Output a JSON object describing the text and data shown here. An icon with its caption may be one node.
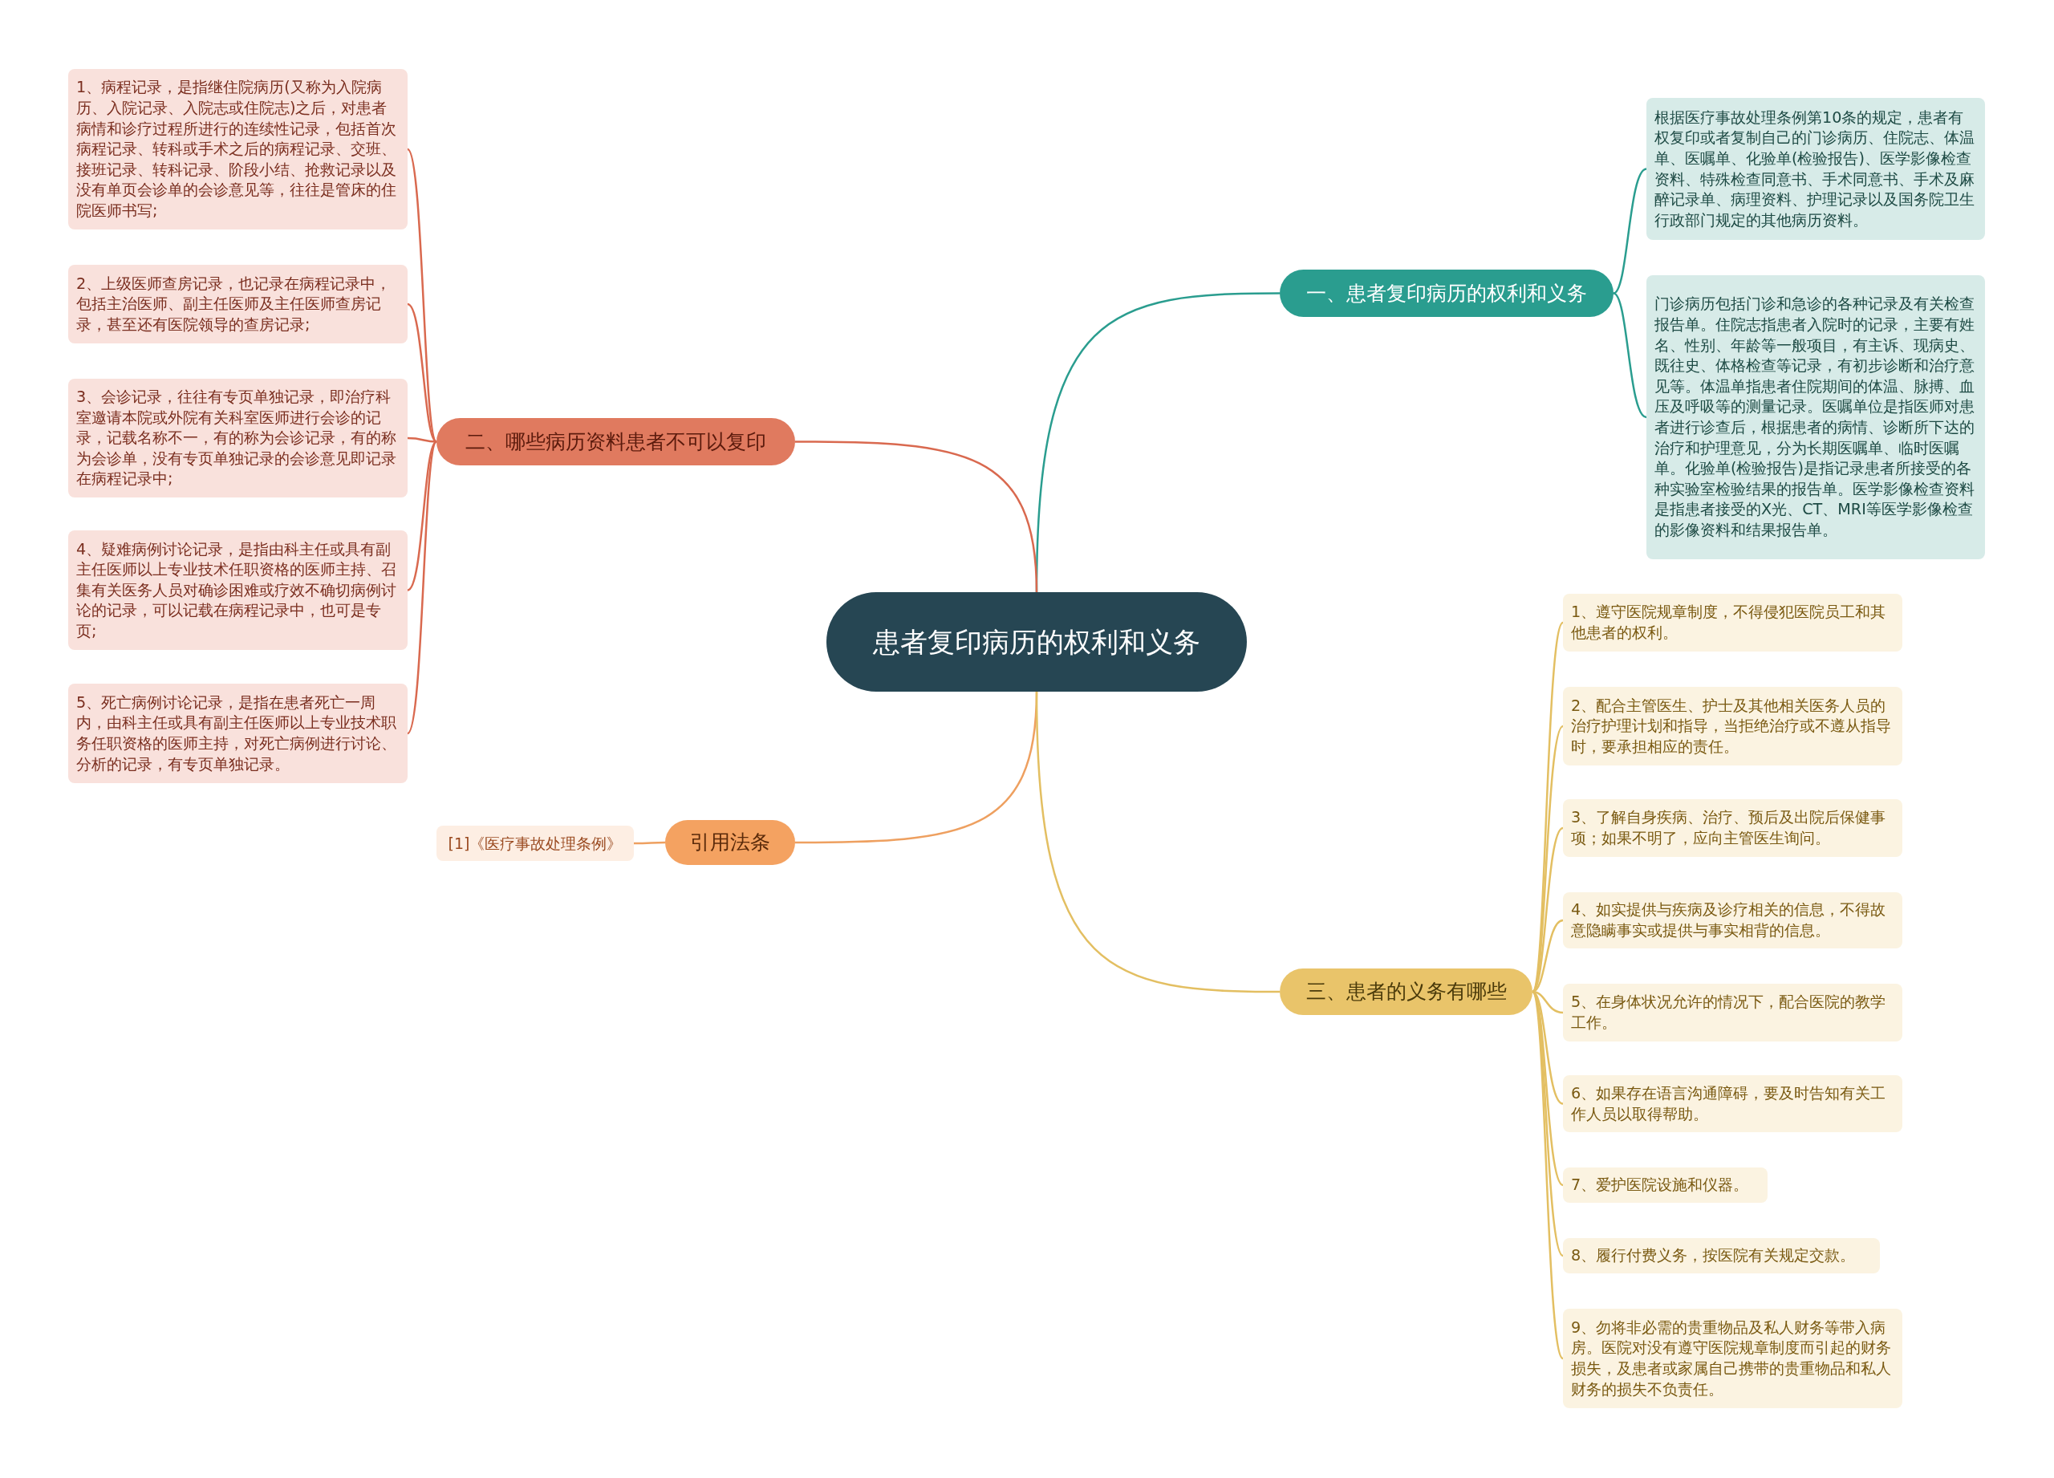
{
  "diagram": {
    "nodes": [
      {
        "text": [
          "患者复印病历的权利和义务"
        ]
      },
      {
        "text": [
          "一、患者复印病历的权利和义务"
        ]
      },
      {
        "text": [
          "根据医疗事故处理条例第10条的规定，患者有权复印或者复制自己的门诊病历、住院志、体温单、医嘱单、化验单(检验报告)、医学影像检查资料、特殊检查同意书、手术同意书、手术及麻醉记录单、病理资料、护理记录以及国务院卫生行政部门规定的其他病历资料。"
        ]
      },
      {
        "text": [
          "门诊病历包括门诊和急诊的各种记录及有关检查报告单。住院志指患者入院时的记录，主要有姓名、性别、年龄等一般项目，有主诉、现病史、既往史、体格检查等记录，有初步诊断和治疗意见等。体温单指患者住院期间的体温、脉搏、血压及呼吸等的测量记录。医嘱单位是指医师对患者进行诊查后，根据患者的病情、诊断所下达的治疗和护理意见，分为长期医嘱单、临时医嘱单。化验单(检验报告)是指记录患者所接受的各种实验室检验结果的报告单。医学影像检查资料是指患者接受的X光、CT、MRI等医学影像检查的影像资料和结果报告单。"
        ]
      },
      {
        "text": [
          "二、哪些病历资料患者不可以复印"
        ]
      },
      {
        "text": [
          "1、病程记录，是指继住院病历(又称为入院病历、入院记录、入院志或住院志)之后，对患者病情和诊疗过程所进行的连续性记录，包括首次病程记录、转科或手术之后的病程记录、交班、接班记录、转科记录、阶段小结、抢救记录以及没有单页会诊单的会诊意见等，往往是管床的住院医师书写;"
        ]
      },
      {
        "text": [
          "2、上级医师查房记录，也记录在病程记录中，包括主治医师、副主任医师及主任医师查房记录，甚至还有医院领导的查房记录;"
        ]
      },
      {
        "text": [
          "3、会诊记录，往往有专页单独记录，即治疗科室邀请本院或外院有关科室医师进行会诊的记录，记载名称不一，有的称为会诊记录，有的称为会诊单，没有专页单独记录的会诊意见即记录在病程记录中;"
        ]
      },
      {
        "text": [
          "4、疑难病例讨论记录，是指由科主任或具有副主任医师以上专业技术任职资格的医师主持、召集有关医务人员对确诊困难或疗效不确切病例讨论的记录，可以记载在病程记录中，也可是专页;"
        ]
      },
      {
        "text": [
          "5、死亡病例讨论记录，是指在患者死亡一周内，由科主任或具有副主任医师以上专业技术职务任职资格的医师主持，对死亡病例进行讨论、分析的记录，有专页单独记录。"
        ]
      },
      {
        "text": [
          "引用法条"
        ]
      },
      {
        "text": [
          "[1]《医疗事故处理条例》"
        ]
      },
      {
        "text": [
          "三、患者的义务有哪些"
        ]
      },
      {
        "text": [
          "1、遵守医院规章制度，不得侵犯医院员工和其他患者的权利。"
        ]
      },
      {
        "text": [
          "2、配合主管医生、护士及其他相关医务人员的治疗护理计划和指导，当拒绝治疗或不遵从指导时，要承担相应的责任。"
        ]
      },
      {
        "text": [
          "3、了解自身疾病、治疗、预后及出院后保健事项；如果不明了，应向主管医生询问。"
        ]
      },
      {
        "text": [
          "4、如实提供与疾病及诊疗相关的信息，不得故意隐瞒事实或提供与事实相背的信息。"
        ]
      },
      {
        "text": [
          "5、在身体状况允许的情况下，配合医院的教学工作。"
        ]
      },
      {
        "text": [
          "6、如果存在语言沟通障碍，要及时告知有关工作人员以取得帮助。"
        ]
      },
      {
        "text": [
          "7、爱护医院设施和仪器。"
        ]
      },
      {
        "text": [
          "8、履行付费义务，按医院有关规定交款。"
        ]
      },
      {
        "text": [
          "9、勿将非必需的贵重物品及私人财务等带入病房。医院对没有遵守医院规章制度而引起的财务损失，及患者或家属自己携带的贵重物品和私人财务的损失不负责任。"
        ]
      }
    ],
    "edges": [
      {
        "from": 0,
        "to": 1,
        "arrow": "none",
        "color": "#2a9d8f"
      },
      {
        "from": 1,
        "to": 2,
        "arrow": "none",
        "color": "#2a9d8f"
      },
      {
        "from": 1,
        "to": 3,
        "arrow": "none",
        "color": "#2a9d8f"
      },
      {
        "from": 0,
        "to": 4,
        "arrow": "none",
        "color": "#d9694f"
      },
      {
        "from": 4,
        "to": 5,
        "arrow": "none",
        "color": "#d9694f"
      },
      {
        "from": 4,
        "to": 6,
        "arrow": "none",
        "color": "#d9694f"
      },
      {
        "from": 4,
        "to": 7,
        "arrow": "none",
        "color": "#d9694f"
      },
      {
        "from": 4,
        "to": 8,
        "arrow": "none",
        "color": "#d9694f"
      },
      {
        "from": 4,
        "to": 9,
        "arrow": "none",
        "color": "#d9694f"
      },
      {
        "from": 0,
        "to": 10,
        "arrow": "none",
        "color": "#eea060"
      },
      {
        "from": 10,
        "to": 11,
        "arrow": "none",
        "color": "#eea060"
      },
      {
        "from": 0,
        "to": 12,
        "arrow": "none"
      },
      {
        "from": 12,
        "to": 13,
        "arrow": "none"
      },
      {
        "from": 12,
        "to": 14,
        "arrow": "none"
      },
      {
        "from": 12,
        "to": 15,
        "arrow": "none"
      },
      {
        "from": 12,
        "to": 16,
        "arrow": "none"
      },
      {
        "from": 12,
        "to": 17,
        "arrow": "none"
      },
      {
        "from": 12,
        "to": 18,
        "arrow": "none"
      },
      {
        "from": 12,
        "to": 19,
        "arrow": "none"
      },
      {
        "from": 12,
        "to": 20,
        "arrow": "none"
      },
      {
        "from": 12,
        "to": 21,
        "arrow": "none"
      }
    ]
  }
}
